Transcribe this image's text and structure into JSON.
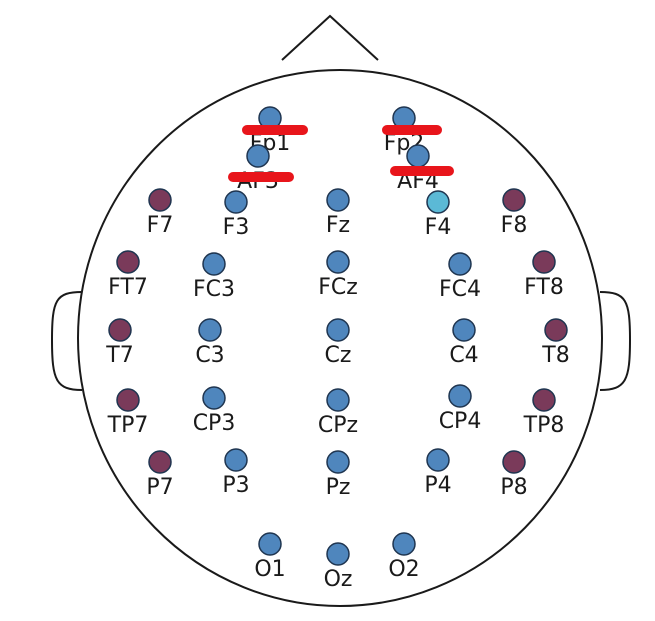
{
  "colors": {
    "outline": "#1a1a1a",
    "blue_electrode": "#4f86bd",
    "maroon_electrode": "#7a3a5a",
    "cyan_electrode": "#5bb9d6",
    "electrode_stroke": "#1f3550",
    "redaction": "#e8151b"
  },
  "electrodes": [
    {
      "label": "Fp1",
      "color": "blue"
    },
    {
      "label": "Fp2",
      "color": "blue"
    },
    {
      "label": "AF3",
      "color": "blue"
    },
    {
      "label": "AF4",
      "color": "blue"
    },
    {
      "label": "F7",
      "color": "maroon"
    },
    {
      "label": "F3",
      "color": "blue"
    },
    {
      "label": "Fz",
      "color": "blue"
    },
    {
      "label": "F4",
      "color": "cyan"
    },
    {
      "label": "F8",
      "color": "maroon"
    },
    {
      "label": "FT7",
      "color": "maroon"
    },
    {
      "label": "FC3",
      "color": "blue"
    },
    {
      "label": "FCz",
      "color": "blue"
    },
    {
      "label": "FC4",
      "color": "blue"
    },
    {
      "label": "FT8",
      "color": "maroon"
    },
    {
      "label": "T7",
      "color": "maroon"
    },
    {
      "label": "C3",
      "color": "blue"
    },
    {
      "label": "Cz",
      "color": "blue"
    },
    {
      "label": "C4",
      "color": "blue"
    },
    {
      "label": "T8",
      "color": "maroon"
    },
    {
      "label": "TP7",
      "color": "maroon"
    },
    {
      "label": "CP3",
      "color": "blue"
    },
    {
      "label": "CPz",
      "color": "blue"
    },
    {
      "label": "CP4",
      "color": "blue"
    },
    {
      "label": "TP8",
      "color": "maroon"
    },
    {
      "label": "P7",
      "color": "maroon"
    },
    {
      "label": "P3",
      "color": "blue"
    },
    {
      "label": "Pz",
      "color": "blue"
    },
    {
      "label": "P4",
      "color": "blue"
    },
    {
      "label": "P8",
      "color": "maroon"
    },
    {
      "label": "O1",
      "color": "blue"
    },
    {
      "label": "Oz",
      "color": "blue"
    },
    {
      "label": "O2",
      "color": "blue"
    }
  ]
}
